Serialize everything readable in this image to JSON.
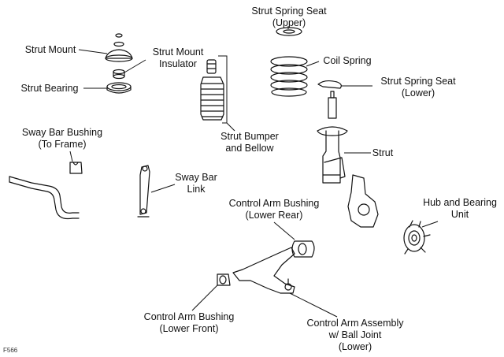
{
  "figure_code": "F566",
  "labels": {
    "strut_mount": [
      "Strut Mount"
    ],
    "strut_bearing": [
      "Strut Bearing"
    ],
    "strut_mount_insulator": [
      "Strut Mount",
      "Insulator"
    ],
    "strut_spring_seat_upper": [
      "Strut Spring Seat",
      "(Upper)"
    ],
    "coil_spring": [
      "Coil Spring"
    ],
    "strut_spring_seat_lower": [
      "Strut Spring Seat",
      "(Lower)"
    ],
    "strut_bumper_bellow": [
      "Strut Bumper",
      "and Bellow"
    ],
    "strut": [
      "Strut"
    ],
    "sway_bar_bushing": [
      "Sway Bar Bushing",
      "(To Frame)"
    ],
    "sway_bar_link": [
      "Sway Bar",
      "Link"
    ],
    "control_arm_bushing_rear": [
      "Control Arm Bushing",
      "(Lower Rear)"
    ],
    "hub_and_bearing": [
      "Hub and Bearing",
      "Unit"
    ],
    "control_arm_bushing_front": [
      "Control Arm Bushing",
      "(Lower Front)"
    ],
    "control_arm_assembly": [
      "Control Arm Assembly",
      "w/ Ball Joint",
      "(Lower)"
    ]
  }
}
